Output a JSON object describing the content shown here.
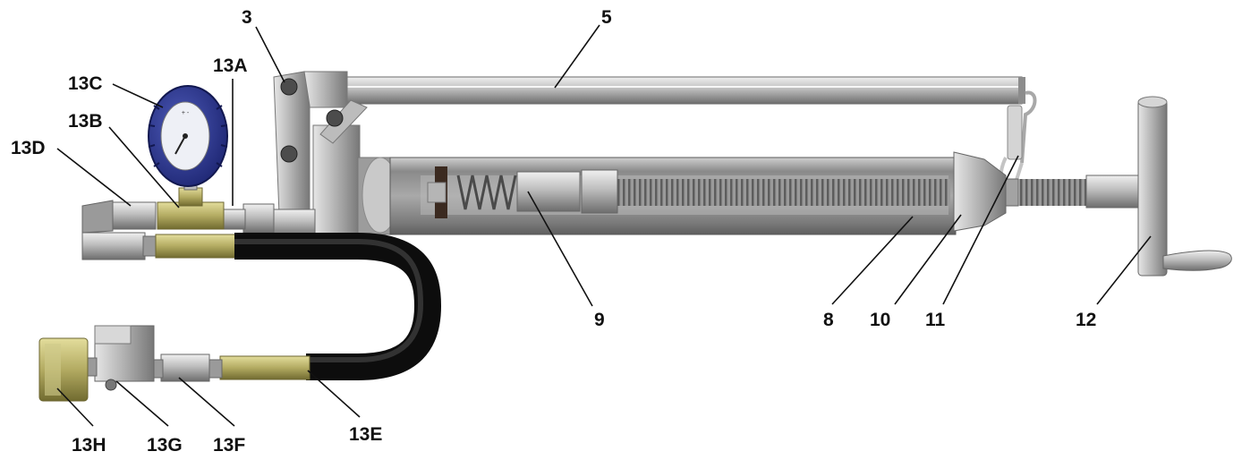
{
  "callouts": [
    {
      "id": "3",
      "label": "3"
    },
    {
      "id": "5",
      "label": "5"
    },
    {
      "id": "13A",
      "label": "13A"
    },
    {
      "id": "13C",
      "label": "13C"
    },
    {
      "id": "13B",
      "label": "13B"
    },
    {
      "id": "13D",
      "label": "13D"
    },
    {
      "id": "9",
      "label": "9"
    },
    {
      "id": "8",
      "label": "8"
    },
    {
      "id": "10",
      "label": "10"
    },
    {
      "id": "11",
      "label": "11"
    },
    {
      "id": "12",
      "label": "12"
    },
    {
      "id": "13E",
      "label": "13E"
    },
    {
      "id": "13F",
      "label": "13F"
    },
    {
      "id": "13G",
      "label": "13G"
    },
    {
      "id": "13H",
      "label": "13H"
    }
  ],
  "gauge": {
    "dial_text": "+ -"
  },
  "colors": {
    "steel_light": "#d2d2d2",
    "steel_mid": "#a9a9a9",
    "steel_dark": "#707070",
    "brass": "#b9b26a",
    "brass_dark": "#7e7838",
    "gauge_bezel": "#2b3591",
    "hose": "#1a1a1a"
  }
}
